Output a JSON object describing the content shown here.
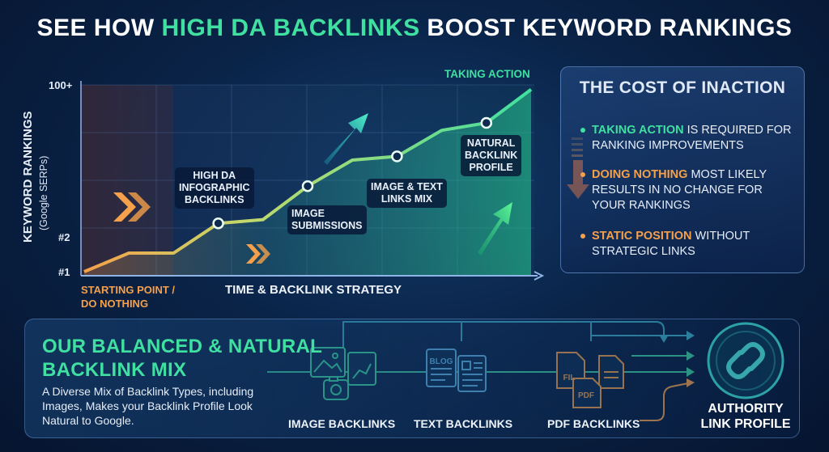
{
  "title": {
    "part1": "SEE HOW ",
    "highlight": "HIGH DA BACKLINKS",
    "part2": " BOOST KEYWORD RANKINGS"
  },
  "chart": {
    "y_axis_label": "KEYWORD RANKINGS",
    "y_axis_sublabel": "(Google SERPs)",
    "x_axis_label": "TIME & BACKLINK STRATEGY",
    "y_ticks": [
      "100+",
      "#2",
      "#1"
    ],
    "start_label_line1": "STARTING POINT /",
    "start_label_line2": "DO NOTHING",
    "end_label": "TAKING ACTION",
    "annotations": [
      {
        "line1": "HIGH DA",
        "line2": "INFOGRAPHIC",
        "line3": "BACKLINKS"
      },
      {
        "line1": "IMAGE",
        "line2": "SUBMISSIONS"
      },
      {
        "line1": "IMAGE & TEXT",
        "line2": "LINKS MIX"
      },
      {
        "line1": "NATURAL",
        "line2": "BACKLINK",
        "line3": "PROFILE"
      }
    ]
  },
  "chart_data": {
    "type": "line",
    "title": "SEE HOW HIGH DA BACKLINKS BOOST KEYWORD RANKINGS",
    "xlabel": "TIME & BACKLINK STRATEGY",
    "ylabel": "KEYWORD RANKINGS (Google SERPs)",
    "y_tick_labels": [
      "#1",
      "#2",
      "100+"
    ],
    "points": [
      {
        "x": 0,
        "y": 0
      },
      {
        "x": 1,
        "y": 10
      },
      {
        "x": 2,
        "y": 10
      },
      {
        "x": 3,
        "y": 26
      },
      {
        "x": 4,
        "y": 28
      },
      {
        "x": 5,
        "y": 46
      },
      {
        "x": 6,
        "y": 60
      },
      {
        "x": 7,
        "y": 62
      },
      {
        "x": 8,
        "y": 76
      },
      {
        "x": 9,
        "y": 80
      },
      {
        "x": 10,
        "y": 98
      }
    ],
    "highlighted_points": [
      3,
      5,
      7,
      9
    ],
    "grid": true,
    "color": "#3fe0a0"
  },
  "cost_panel": {
    "title": "THE COST OF INACTION",
    "items": [
      {
        "highlight": "TAKING ACTION",
        "rest": " IS REQUIRED FOR RANKING IMPROVEMENTS",
        "color": "#3fe0a0"
      },
      {
        "highlight": "DOING NOTHING",
        "rest": " MOST LIKELY RESULTS IN NO CHANGE FOR YOUR RANKINGS",
        "color": "#f5a04a"
      },
      {
        "highlight": "STATIC POSITION",
        "rest": " WITHOUT STRATEGIC LINKS",
        "color": "#f5a04a"
      }
    ]
  },
  "mix": {
    "title_line1": "OUR BALANCED & NATURAL",
    "title_line2": "BACKLINK MIX",
    "description": "A Diverse Mix of Backlink Types, including Images, Makes your Backlink Profile Look Natural to Google.",
    "image_label": "IMAGE BACKLINKS",
    "text_label": "TEXT BACKLINKS",
    "pdf_label": "PDF BACKLINKS",
    "authority_line1": "AUTHORITY",
    "authority_line2": "LINK PROFILE",
    "blog_text": "BLOG",
    "fil_text": "FIL",
    "pdf_text": "PDF"
  }
}
